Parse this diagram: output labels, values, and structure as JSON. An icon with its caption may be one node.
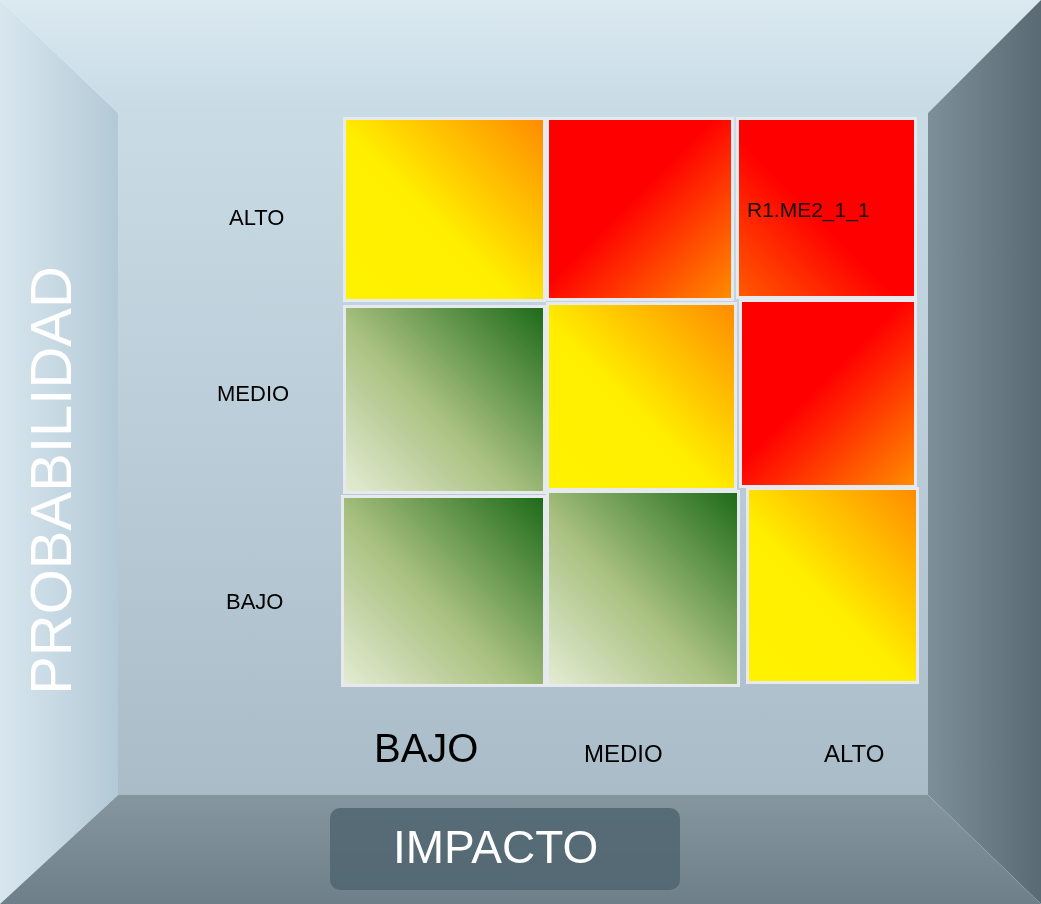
{
  "diagram": {
    "nodes": [
      {
        "text": [],
        "shape": "box"
      },
      {
        "text": [],
        "shape": "box"
      },
      {
        "text": [
          "R1.ME2_1_1"
        ]
      },
      {
        "text": [],
        "shape": "box"
      },
      {
        "text": [],
        "shape": "box"
      },
      {
        "text": [],
        "shape": "box"
      },
      {
        "text": [],
        "shape": "box"
      },
      {
        "text": [],
        "shape": "box"
      },
      {
        "text": [],
        "shape": "box"
      }
    ],
    "edges": [],
    "labels": [
      "PROBABILIDAD",
      "ALTO",
      "MEDIO",
      "BAJO",
      "BAJO",
      "MEDIO",
      "ALTO",
      "IMPACTO"
    ]
  }
}
